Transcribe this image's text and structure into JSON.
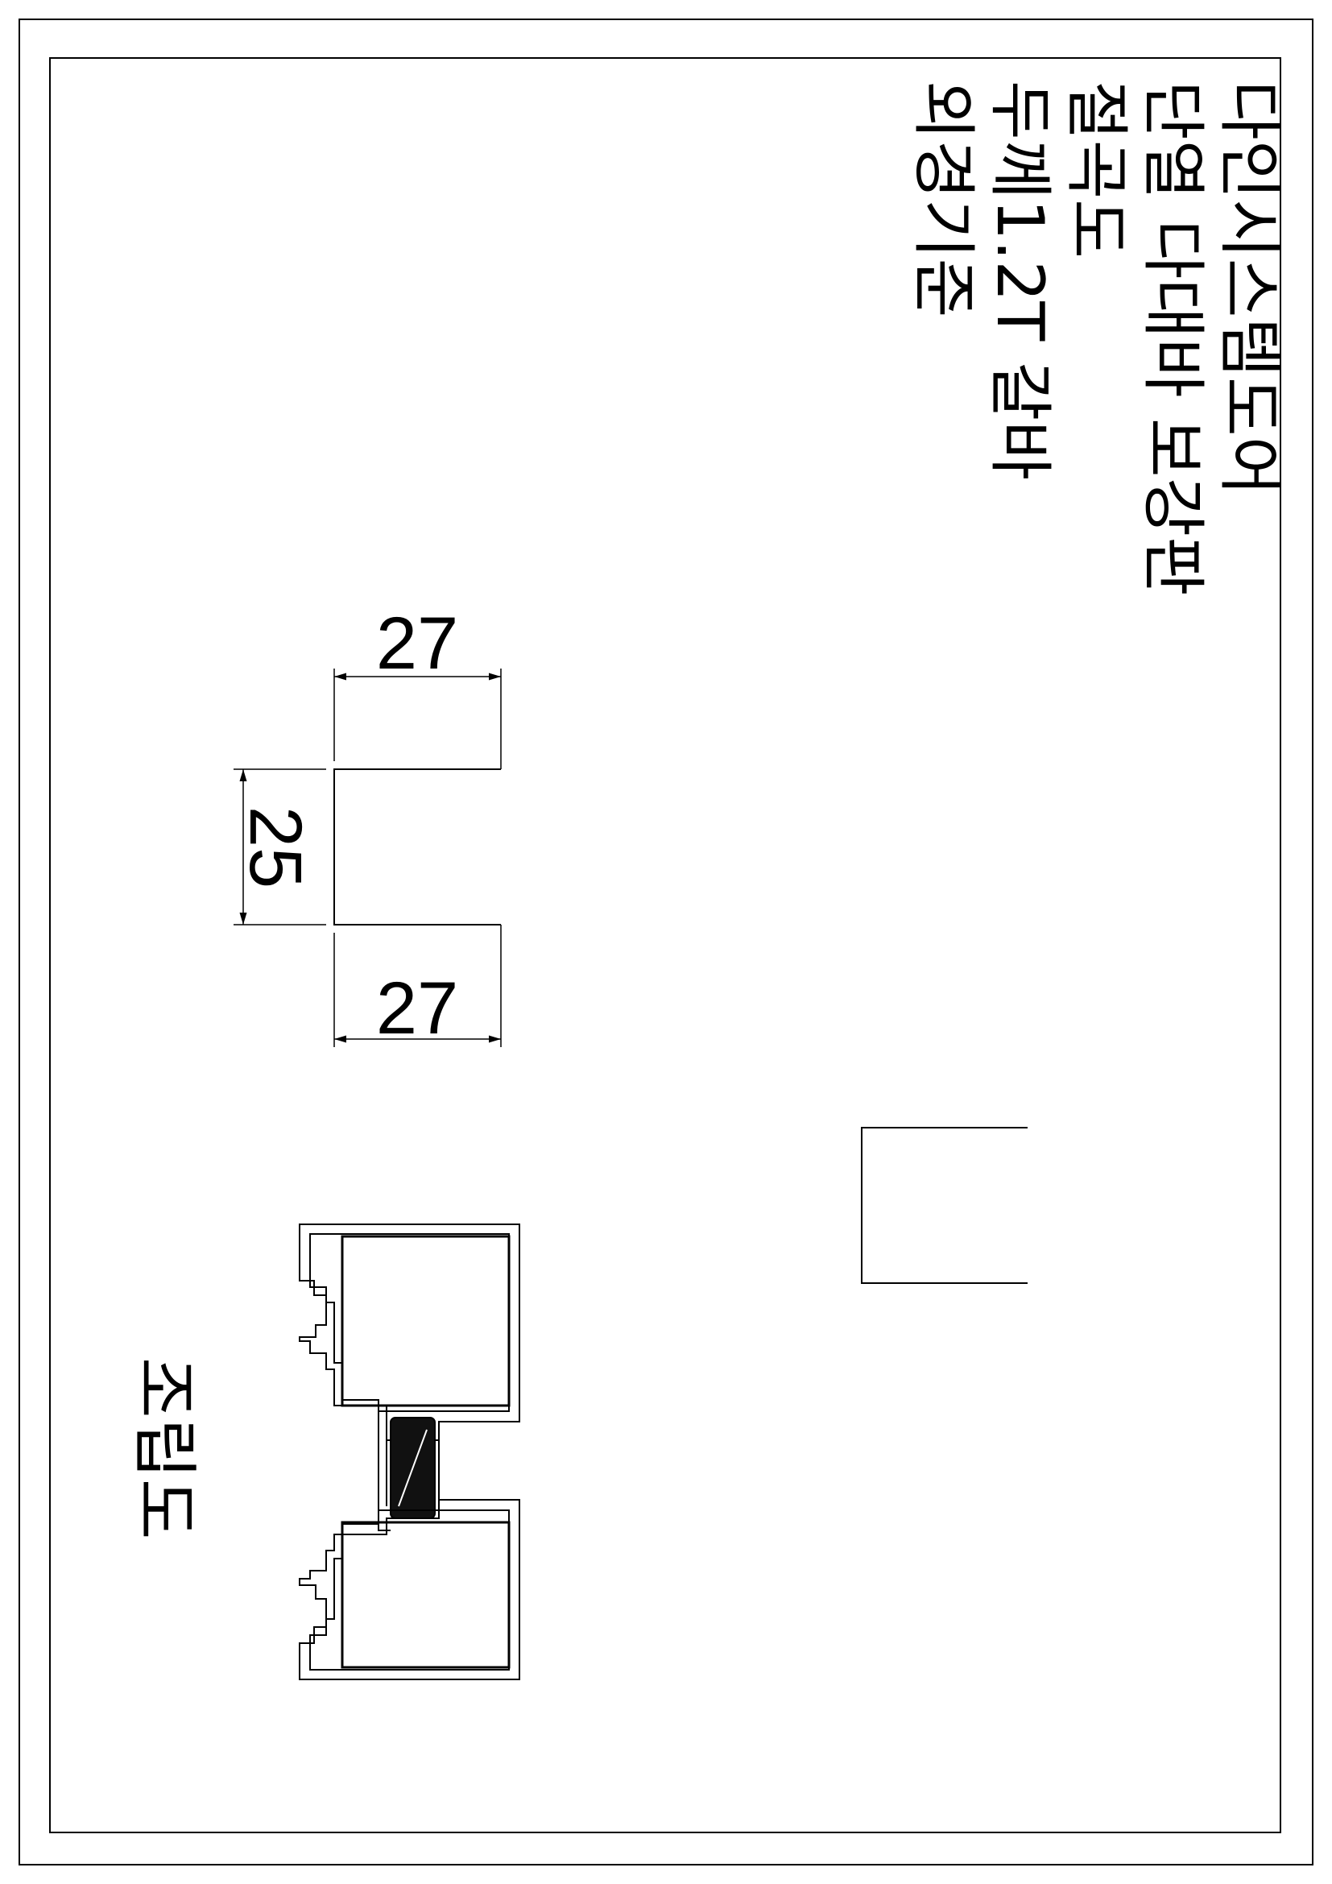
{
  "title_block": {
    "line1": "다인시스템도어",
    "line2": "단열 다대바 보강판",
    "line3": "절곡도",
    "line4": "두께1.2T 갈바",
    "line5": "외경기준"
  },
  "dimensions": {
    "top_width": "27",
    "middle_height": "25",
    "bottom_width": "27"
  },
  "assembly_label": "조립도"
}
